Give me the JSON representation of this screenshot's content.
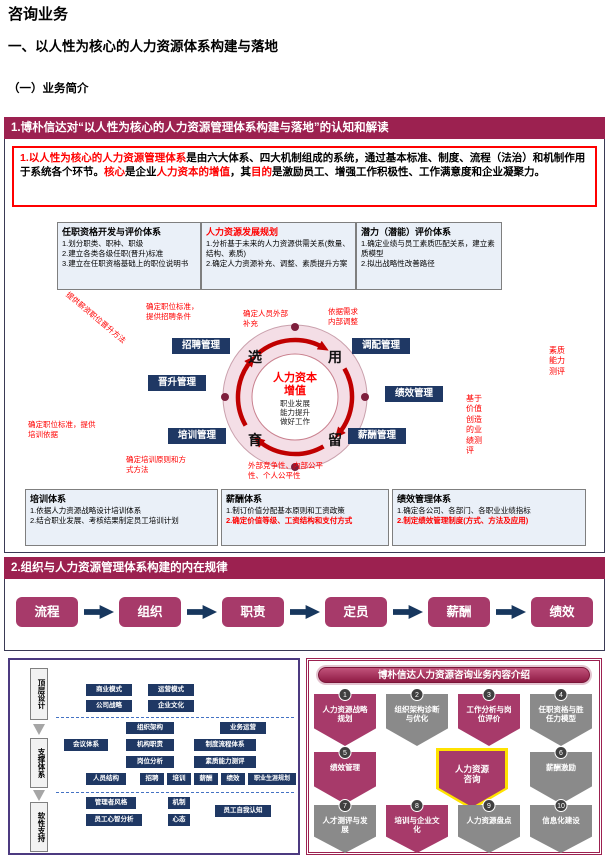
{
  "colors": {
    "maroon": "#9C2150",
    "magenta": "#A73A6A",
    "navy": "#1F3864",
    "red": "#FF0000",
    "shield_gray": "#8A8A8A",
    "highlight_yellow": "#FFE200"
  },
  "page": {
    "title": "咨询业务",
    "heading1": "一、以人性为核心的人力资源体系构建与落地",
    "heading2": "（一）业务简介"
  },
  "s1": {
    "banner": "1.博朴信达对“以人性为核心的人力资源管理体系构建与落地”的认知和解读",
    "intro": {
      "p1": "1.以人性为核心的人力资源管理体系",
      "p2": "是由六大体系、四大机制组成的系统，通过基本标准、制度、流程（法治）和机制作用于系统各个环节。",
      "p3": "核心",
      "p4": "是企业",
      "p5": "人力资本的增值",
      "p6": "，其",
      "p7": "目的",
      "p8": "是激励员工、增强工作积极性、工作满意度和企业凝聚力。"
    },
    "top_boxes": [
      {
        "title": "任职资格开发与评价体系",
        "i1": "1.划分职类、职种、职级",
        "i2": "2.建立各类各级任职(晋升)标准",
        "i3": "3.建立在任职资格基础上的职位说明书"
      },
      {
        "title": "人力资源发展规划",
        "i1": "1.分析基于未来的人力资源供需关系(数量、结构、素质)",
        "i2": "2.确定人力资源补充、调整、素质提升方案"
      },
      {
        "title": "潜力（潜能）评价体系",
        "i1": "1.确定业绩与员工素质匹配关系，建立素质模型",
        "i2": "2.拟出战略性改善路径"
      }
    ],
    "managers": {
      "recruit": "招聘管理",
      "allocate": "调配管理",
      "promote": "晋升管理",
      "perf": "绩效管理",
      "train": "培训管理",
      "pay": "薪酬管理"
    },
    "circle": {
      "center1": "人力资本",
      "center2": "增值",
      "sub1": "职业发展",
      "sub2": "能力提升",
      "sub3": "做好工作",
      "ch_select": "选",
      "ch_use": "用",
      "ch_grow": "育",
      "ch_keep": "留"
    },
    "ann": {
      "rot": "提供薪资职位晋升方法",
      "recruit_std": "确定职位标准，提供招聘条件",
      "external": "确定人员外部补充",
      "internal": "依据需求内部调整",
      "quality": "素质能力测评",
      "value_perf": "基于价值创造的业绩测评",
      "train_std": "确定职位标准，提供培训依据",
      "train_rule": "确定培训原则和方式方法",
      "fairness": "外部竞争性、内部公平性、个人公平性"
    },
    "bottom_boxes": [
      {
        "title": "培训体系",
        "i1": "1.依据人力资源战略设计培训体系",
        "i2": "2.结合职业发展、考核结果制定员工培训计划"
      },
      {
        "title": "薪酬体系",
        "i1": "1.制订价值分配基本原则和工资政策",
        "i2": "2.确定价值等级、工资结构和支付方式"
      },
      {
        "title": "绩效管理体系",
        "i1": "1.确定各公司、各部门、各职业业绩指标",
        "i2": "2.制定绩效管理制度(方式、方法及应用)"
      }
    ]
  },
  "s2": {
    "banner": "2.组织与人力资源管理体系构建的内在规律",
    "flow": [
      "流程",
      "组织",
      "职责",
      "定员",
      "薪酬",
      "绩效"
    ]
  },
  "org": {
    "labels": [
      "顶层设计",
      "支撑体系",
      "软性支持"
    ],
    "b1": "商业模式",
    "b2": "运营模式",
    "b3": "公司战略",
    "b4": "企业文化",
    "b5": "组织架构",
    "b6": "业务运营",
    "b7": "会议体系",
    "b8": "机构职责",
    "b9": "制度流程体系",
    "b10": "岗位分析",
    "b11": "素质能力测评",
    "b12": "人员结构",
    "b13": "招聘",
    "b14": "培训",
    "b15": "薪酬",
    "b16": "绩效",
    "b17": "职业生涯规划",
    "b18": "管理者风格",
    "b19": "机制",
    "b20": "心态",
    "b21": "员工心智分析",
    "b22": "员工自我认知"
  },
  "intro_panel": {
    "header": "博朴信达人力资源咨询业务内容介绍",
    "center": "人力资源咨询",
    "shields": [
      {
        "num": "1",
        "label": "人力资源战略规划"
      },
      {
        "num": "2",
        "label": "组织架构诊断与优化"
      },
      {
        "num": "3",
        "label": "工作分析与岗位评价"
      },
      {
        "num": "4",
        "label": "任职资格与胜任力模型"
      },
      {
        "num": "5",
        "label": "绩效管理"
      },
      {
        "num": "6",
        "label": "薪酬激励"
      },
      {
        "num": "7",
        "label": "人才测评与发展"
      },
      {
        "num": "8",
        "label": "培训与企业文化"
      },
      {
        "num": "9",
        "label": "人力资源盘点"
      },
      {
        "num": "10",
        "label": "信息化建设"
      }
    ]
  }
}
